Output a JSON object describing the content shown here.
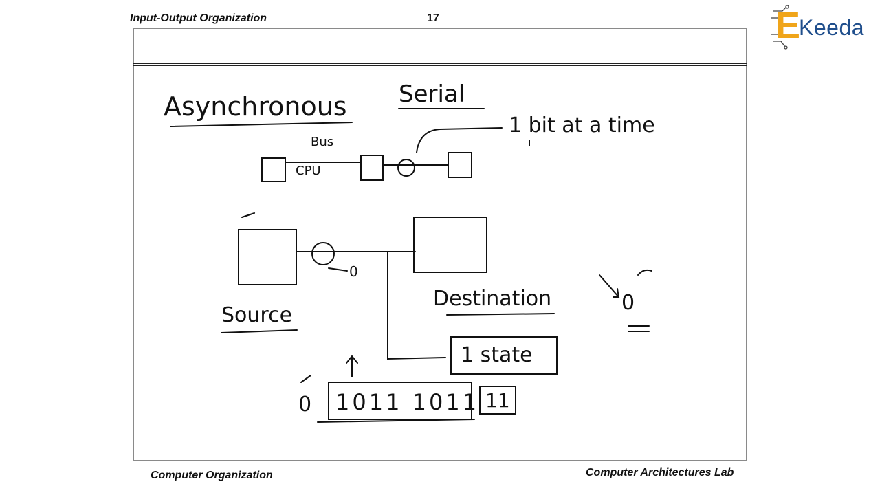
{
  "header": {
    "title": "Input-Output Organization",
    "page_number": "17"
  },
  "footer": {
    "left": "Computer Organization",
    "right": "Computer Architectures Lab"
  },
  "logo": {
    "brand": "Keeda",
    "mark": "E"
  },
  "whiteboard": {
    "heading_1": "Asynchronous",
    "heading_2": "Serial",
    "note_bit": "1 bit at a time",
    "label_bus": "Bus",
    "label_cpu": "CPU",
    "label_source": "Source",
    "label_destination": "Destination",
    "label_state": "1 state",
    "bit_zero": "0",
    "bits_stream": "1011 1011",
    "bits_tail": "11",
    "arrow_zero": "0",
    "side_zero": "0"
  }
}
